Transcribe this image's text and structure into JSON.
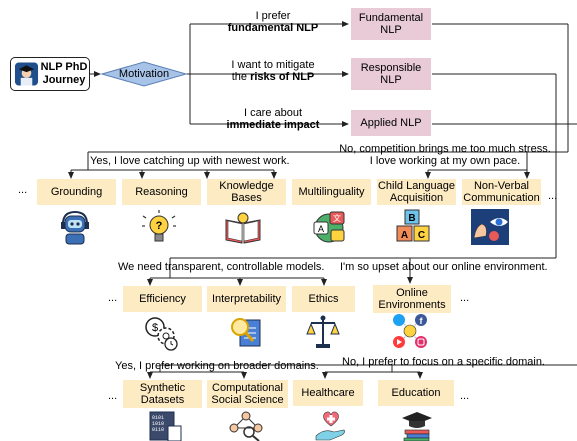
{
  "start": {
    "line1": "NLP PhD",
    "line2": "Journey"
  },
  "motivation": "Motivation",
  "branches": [
    {
      "pre": "I prefer",
      "bold": "fundamental NLP",
      "target": [
        "Fundamental",
        "NLP"
      ]
    },
    {
      "pre": "I want to mitigate",
      "bold_prefix": "the ",
      "bold": "risks of NLP",
      "target": [
        "Responsible",
        "NLP"
      ]
    },
    {
      "pre": "I care about",
      "bold": "immediate impact",
      "target": [
        "Applied NLP"
      ]
    }
  ],
  "row1": {
    "left_caption": "Yes, I love catching up with newest work.",
    "right_caption": [
      "No, competition brings me too much stress.",
      "I love working at my own pace."
    ],
    "topics": [
      {
        "label": [
          "Grounding"
        ],
        "icon": "robot-headset-icon"
      },
      {
        "label": [
          "Reasoning"
        ],
        "icon": "lightbulb-icon"
      },
      {
        "label": [
          "Knowledge",
          "Bases"
        ],
        "icon": "open-book-icon"
      },
      {
        "label": [
          "Multilinguality"
        ],
        "icon": "translate-speech-icon"
      },
      {
        "label": [
          "Child Language",
          "Acquisition"
        ],
        "icon": "abc-blocks-icon"
      },
      {
        "label": [
          "Non-Verbal",
          "Communication"
        ],
        "icon": "gesture-eye-icon"
      }
    ]
  },
  "row2": {
    "left_caption": "We need transparent, controllable models.",
    "right_caption": "I'm so upset about our online environment.",
    "topics": [
      {
        "label": [
          "Efficiency"
        ],
        "icon": "gears-clock-icon"
      },
      {
        "label": [
          "Interpretability"
        ],
        "icon": "magnifier-document-icon"
      },
      {
        "label": [
          "Ethics"
        ],
        "icon": "justice-scale-icon"
      },
      {
        "label": [
          "Online",
          "Environments"
        ],
        "icon": "social-media-icon"
      }
    ]
  },
  "row3": {
    "left_caption": "Yes, I prefer working on broader domains.",
    "right_caption": "No, I prefer to focus on a specific domain.",
    "topics": [
      {
        "label": [
          "Synthetic",
          "Datasets"
        ],
        "icon": "binary-data-icon"
      },
      {
        "label": [
          "Computational",
          "Social Science"
        ],
        "icon": "people-network-icon"
      },
      {
        "label": [
          "Healthcare"
        ],
        "icon": "heart-hand-icon"
      },
      {
        "label": [
          "Education"
        ],
        "icon": "graduation-books-icon"
      }
    ]
  },
  "ellipsis": "...",
  "colors": {
    "topic_fill": "#fdebc4",
    "area_fill": "#e8cbd6",
    "diamond_fill": "#a8c3e8",
    "line": "#222222"
  }
}
